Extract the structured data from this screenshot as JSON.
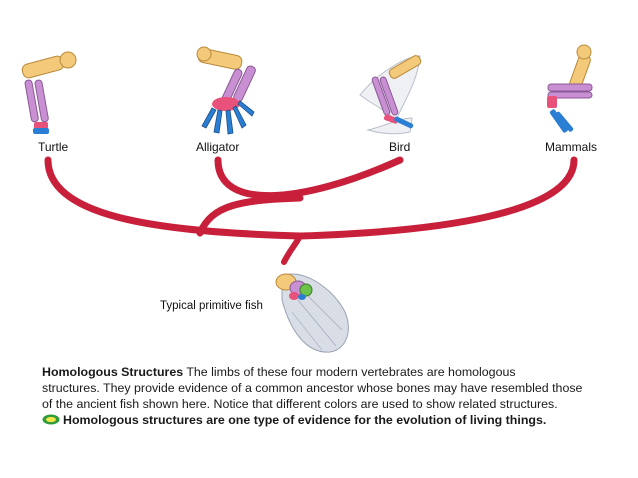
{
  "labels": {
    "turtle": "Turtle",
    "alligator": "Alligator",
    "bird": "Bird",
    "mammals": "Mammals",
    "fish": "Typical primitive fish"
  },
  "caption": {
    "title": "Homologous Structures",
    "line1": "The limbs of these four modern vertebrates are homologous",
    "line2": "structures. They provide evidence of a common ancestor whose bones may have resembled those",
    "line3": "of the ancient fish shown here. Notice that different colors are used to show related structures.",
    "key_concept": "Homologous structures are one type of evidence for the evolution of living things."
  },
  "colors": {
    "branch": "#c8203a",
    "bone_upper": "#f3c97a",
    "bone_lower": "#c98fd3",
    "bone_wrist": "#e8527a",
    "bone_digits": "#2a7fd4",
    "fish_body": "#d9dde6",
    "key_icon": "#2e9a3a"
  },
  "icons": [
    "turtle-limb-icon",
    "alligator-limb-icon",
    "bird-wing-icon",
    "mammal-limb-icon",
    "fish-fin-icon",
    "key-concept-icon"
  ]
}
